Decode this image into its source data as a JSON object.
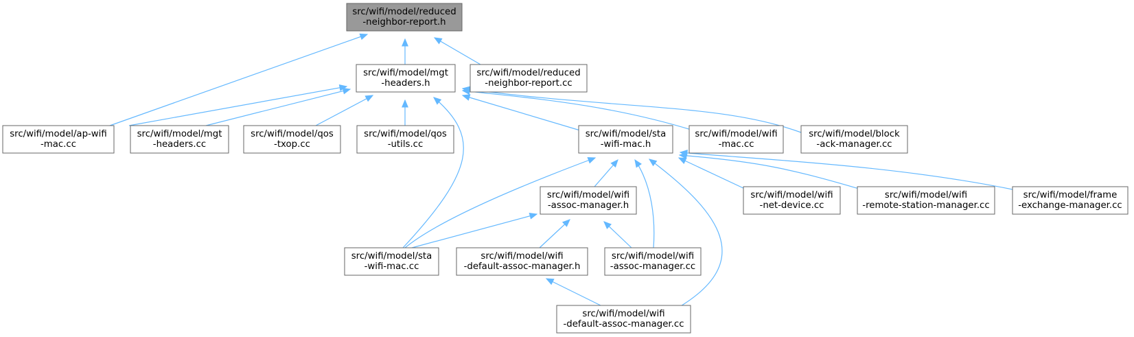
{
  "graph": {
    "nodes": [
      {
        "id": "n0",
        "line1": "src/wifi/model/reduced",
        "line2": "-neighbor-report.h",
        "root": true
      },
      {
        "id": "n1",
        "line1": "src/wifi/model/mgt",
        "line2": "-headers.h"
      },
      {
        "id": "n2",
        "line1": "src/wifi/model/reduced",
        "line2": "-neighbor-report.cc"
      },
      {
        "id": "n3",
        "line1": "src/wifi/model/ap-wifi",
        "line2": "-mac.cc"
      },
      {
        "id": "n4",
        "line1": "src/wifi/model/mgt",
        "line2": "-headers.cc"
      },
      {
        "id": "n5",
        "line1": "src/wifi/model/qos",
        "line2": "-txop.cc"
      },
      {
        "id": "n6",
        "line1": "src/wifi/model/qos",
        "line2": "-utils.cc"
      },
      {
        "id": "n7",
        "line1": "src/wifi/model/sta",
        "line2": "-wifi-mac.h"
      },
      {
        "id": "n8",
        "line1": "src/wifi/model/wifi",
        "line2": "-mac.cc"
      },
      {
        "id": "n9",
        "line1": "src/wifi/model/block",
        "line2": "-ack-manager.cc"
      },
      {
        "id": "n10",
        "line1": "src/wifi/model/wifi",
        "line2": "-assoc-manager.h"
      },
      {
        "id": "n11",
        "line1": "src/wifi/model/wifi",
        "line2": "-net-device.cc"
      },
      {
        "id": "n12",
        "line1": "src/wifi/model/wifi",
        "line2": "-remote-station-manager.cc"
      },
      {
        "id": "n13",
        "line1": "src/wifi/model/frame",
        "line2": "-exchange-manager.cc"
      },
      {
        "id": "n14",
        "line1": "src/wifi/model/sta",
        "line2": "-wifi-mac.cc"
      },
      {
        "id": "n15",
        "line1": "src/wifi/model/wifi",
        "line2": "-default-assoc-manager.h"
      },
      {
        "id": "n16",
        "line1": "src/wifi/model/wifi",
        "line2": "-assoc-manager.cc"
      },
      {
        "id": "n17",
        "line1": "src/wifi/model/wifi",
        "line2": "-default-assoc-manager.cc"
      }
    ],
    "edges": [
      {
        "from": "n1",
        "to": "n0"
      },
      {
        "from": "n2",
        "to": "n0"
      },
      {
        "from": "n3",
        "to": "n0"
      },
      {
        "from": "n3",
        "to": "n1"
      },
      {
        "from": "n4",
        "to": "n1"
      },
      {
        "from": "n5",
        "to": "n1"
      },
      {
        "from": "n6",
        "to": "n1"
      },
      {
        "from": "n7",
        "to": "n1"
      },
      {
        "from": "n8",
        "to": "n1"
      },
      {
        "from": "n9",
        "to": "n1"
      },
      {
        "from": "n14",
        "to": "n1"
      },
      {
        "from": "n10",
        "to": "n7"
      },
      {
        "from": "n11",
        "to": "n7"
      },
      {
        "from": "n12",
        "to": "n7"
      },
      {
        "from": "n13",
        "to": "n7"
      },
      {
        "from": "n14",
        "to": "n7"
      },
      {
        "from": "n16",
        "to": "n7"
      },
      {
        "from": "n17",
        "to": "n7"
      },
      {
        "from": "n14",
        "to": "n10"
      },
      {
        "from": "n15",
        "to": "n10"
      },
      {
        "from": "n16",
        "to": "n10"
      },
      {
        "from": "n17",
        "to": "n15"
      }
    ],
    "colors": {
      "edge": "#63b8ff",
      "node_border": "#666666",
      "node_fill": "#ffffff",
      "root_fill": "#999999"
    }
  }
}
